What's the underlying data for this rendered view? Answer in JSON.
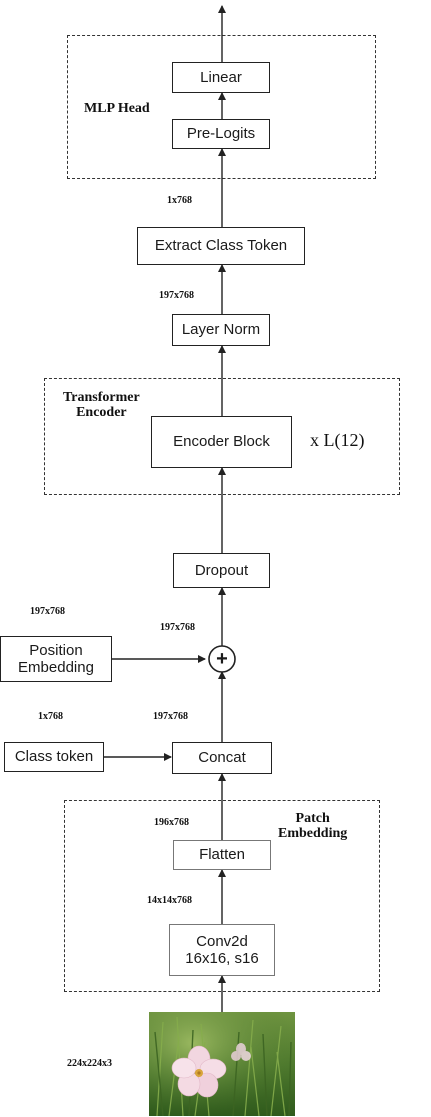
{
  "groups": {
    "mlp_head": "MLP Head",
    "transformer_encoder": [
      "Transformer",
      "Encoder"
    ],
    "patch_embedding": [
      "Patch",
      "Embedding"
    ]
  },
  "blocks": {
    "linear": "Linear",
    "pre_logits": "Pre-Logits",
    "extract_class_token": "Extract Class Token",
    "layer_norm": "Layer Norm",
    "encoder_block": "Encoder Block",
    "dropout": "Dropout",
    "concat": "Concat",
    "flatten": "Flatten",
    "conv2d": [
      "Conv2d",
      "16x16, s16"
    ],
    "position_embedding": [
      "Position",
      "Embedding"
    ],
    "class_token": "Class token",
    "add_symbol": "+"
  },
  "repeat_label": "x L(12)",
  "shapes": {
    "pre_logits_out": "1x768",
    "layer_norm_out": "197x768",
    "position_embedding": "197x768",
    "add_in": "197x768",
    "class_token": "1x768",
    "concat_in": "197x768",
    "flatten_out": "196x768",
    "conv_out": "14x14x768",
    "input_image": "224x224x3"
  },
  "colors": {
    "line": "#222222",
    "dashed_border": "#333333",
    "photo_grass": "#4f7a2e",
    "photo_flower": "#f2d6e0"
  }
}
